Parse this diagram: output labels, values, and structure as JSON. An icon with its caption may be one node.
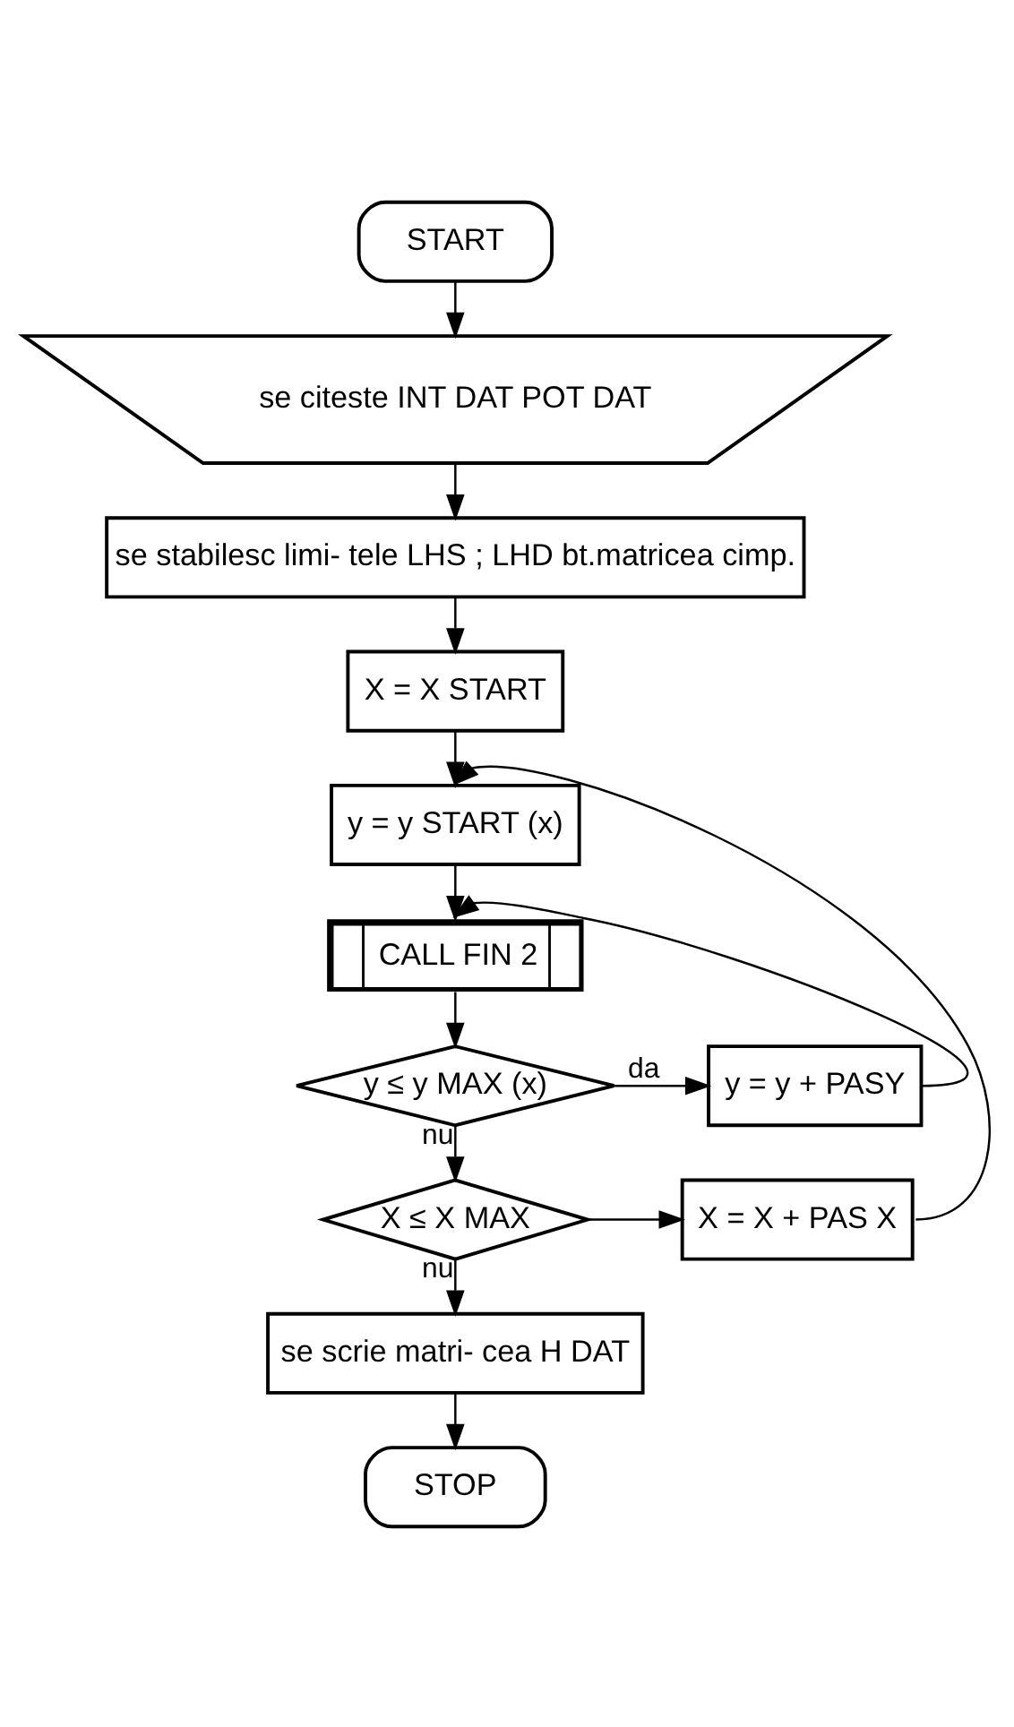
{
  "diagram": {
    "nodes": [
      {
        "text": [
          "START"
        ]
      },
      {
        "text": [
          "se citeste INT DAT POT DAT"
        ]
      },
      {
        "text": [
          "se stabilesc limi- tele LHS ; LHD bt.matricea cimp."
        ]
      },
      {
        "text": [
          "X = X START"
        ]
      },
      {
        "text": [
          "y = y START (x)"
        ]
      },
      {
        "text": [
          "CALL FIN 2"
        ]
      },
      {
        "text": [
          "y ≤ y MAX (x)"
        ]
      },
      {
        "text": [
          "y = y + PASY"
        ]
      },
      {
        "text": [
          "X ≤ X MAX"
        ]
      },
      {
        "text": [
          "X = X + PAS X"
        ]
      },
      {
        "text": [
          "se scrie matri- cea H DAT"
        ]
      },
      {
        "text": [
          "STOP"
        ]
      }
    ],
    "edges": [
      {
        "from": 0,
        "to": 1,
        "arrow": "to"
      },
      {
        "from": 1,
        "to": 2,
        "arrow": "to"
      },
      {
        "from": 2,
        "to": 3,
        "arrow": "to"
      },
      {
        "from": 3,
        "to": 4,
        "arrow": "to"
      },
      {
        "from": 4,
        "to": 5,
        "arrow": "to"
      },
      {
        "from": 5,
        "to": 6,
        "arrow": "to"
      },
      {
        "from": 6,
        "to": 7,
        "label": "da",
        "arrow": "to"
      },
      {
        "from": 7,
        "to": 5,
        "arrow": "to"
      },
      {
        "from": 6,
        "to": 8,
        "label": "nu",
        "arrow": "to"
      },
      {
        "from": 8,
        "to": 9,
        "arrow": "to"
      },
      {
        "from": 9,
        "to": 4,
        "arrow": "to"
      },
      {
        "from": 8,
        "to": 10,
        "label": "nu",
        "arrow": "to"
      },
      {
        "from": 10,
        "to": 11,
        "arrow": "to"
      }
    ]
  }
}
